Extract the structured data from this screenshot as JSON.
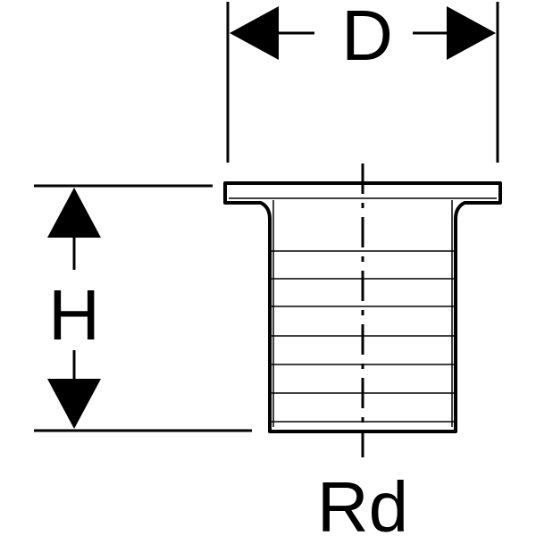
{
  "labels": {
    "diameter": "D",
    "height": "H",
    "thread": "Rd"
  },
  "colors": {
    "line": "#000000",
    "background": "#ffffff"
  }
}
